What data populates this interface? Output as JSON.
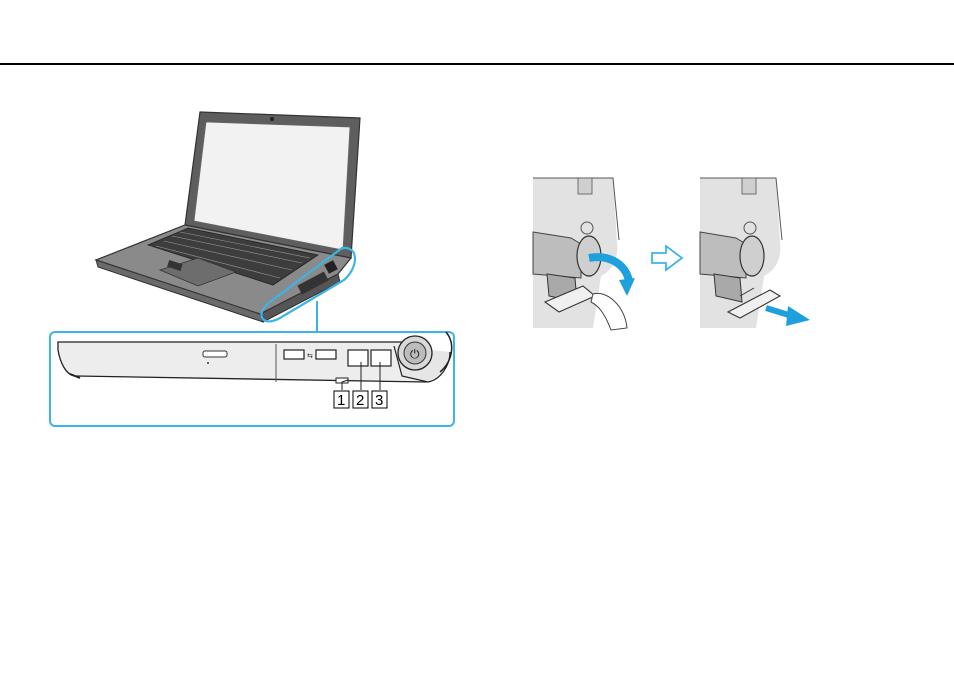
{
  "header": {
    "rule_color": "#000000"
  },
  "laptop_figure": {
    "callouts": [
      {
        "number": "1"
      },
      {
        "number": "2"
      },
      {
        "number": "3"
      }
    ],
    "highlight_color": "#3cb4e6"
  },
  "steps": {
    "arrow_color": "#3cb4e6",
    "motion_arrow_color": "#1ea0dc",
    "icons": [
      "rotate-cover-icon",
      "step-next-arrow-icon",
      "pull-cover-icon"
    ]
  }
}
